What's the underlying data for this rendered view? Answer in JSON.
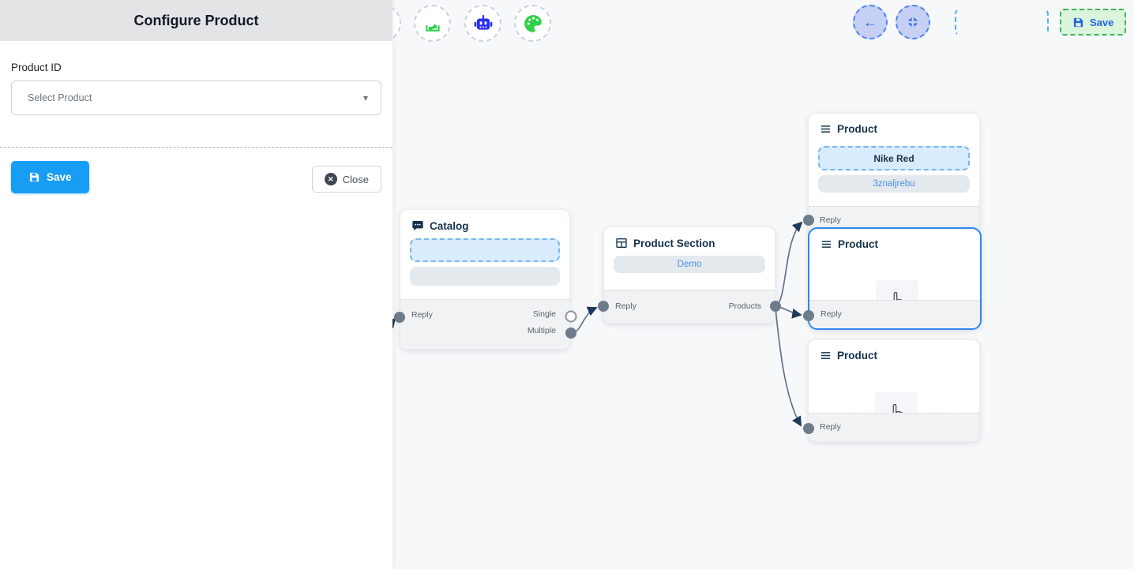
{
  "panel": {
    "title": "Configure Product",
    "product_id_label": "Product ID",
    "select_value": "Select Product",
    "save_label": "Save",
    "close_label": "Close"
  },
  "toolbar": {
    "icons": [
      "hidden-partial-circle",
      "stack-icon",
      "robot-icon",
      "palette-icon"
    ]
  },
  "topbar": {
    "back_icon": "←",
    "save_label": "Save"
  },
  "nodes": {
    "catalog": {
      "title": "Catalog",
      "reply_label": "Reply",
      "single_label": "Single",
      "multiple_label": "Multiple"
    },
    "product_section": {
      "title": "Product Section",
      "body_label": "Demo",
      "reply_label": "Reply",
      "products_label": "Products"
    },
    "product_1": {
      "title": "Product",
      "option_primary": "Nike Red",
      "option_secondary": "3znaljrebu",
      "reply_label": "Reply"
    },
    "product_2": {
      "title": "Product",
      "reply_label": "Reply"
    },
    "product_3": {
      "title": "Product",
      "reply_label": "Reply"
    }
  },
  "colors": {
    "panel_header_bg": "#e3e4e6",
    "primary_save_blue": "#189df5",
    "selected_node_border": "#2e86f0",
    "edge_gray": "#64748b",
    "arrow_navy": "#1e3a5a",
    "top_save_bg": "#dbf5dc",
    "top_save_border": "#3cb454",
    "accent_blue": "#2563eb",
    "robot_blue": "#2b2ff2",
    "icon_green": "#2fd14a",
    "canvas_bg": "#f7f8fa"
  }
}
